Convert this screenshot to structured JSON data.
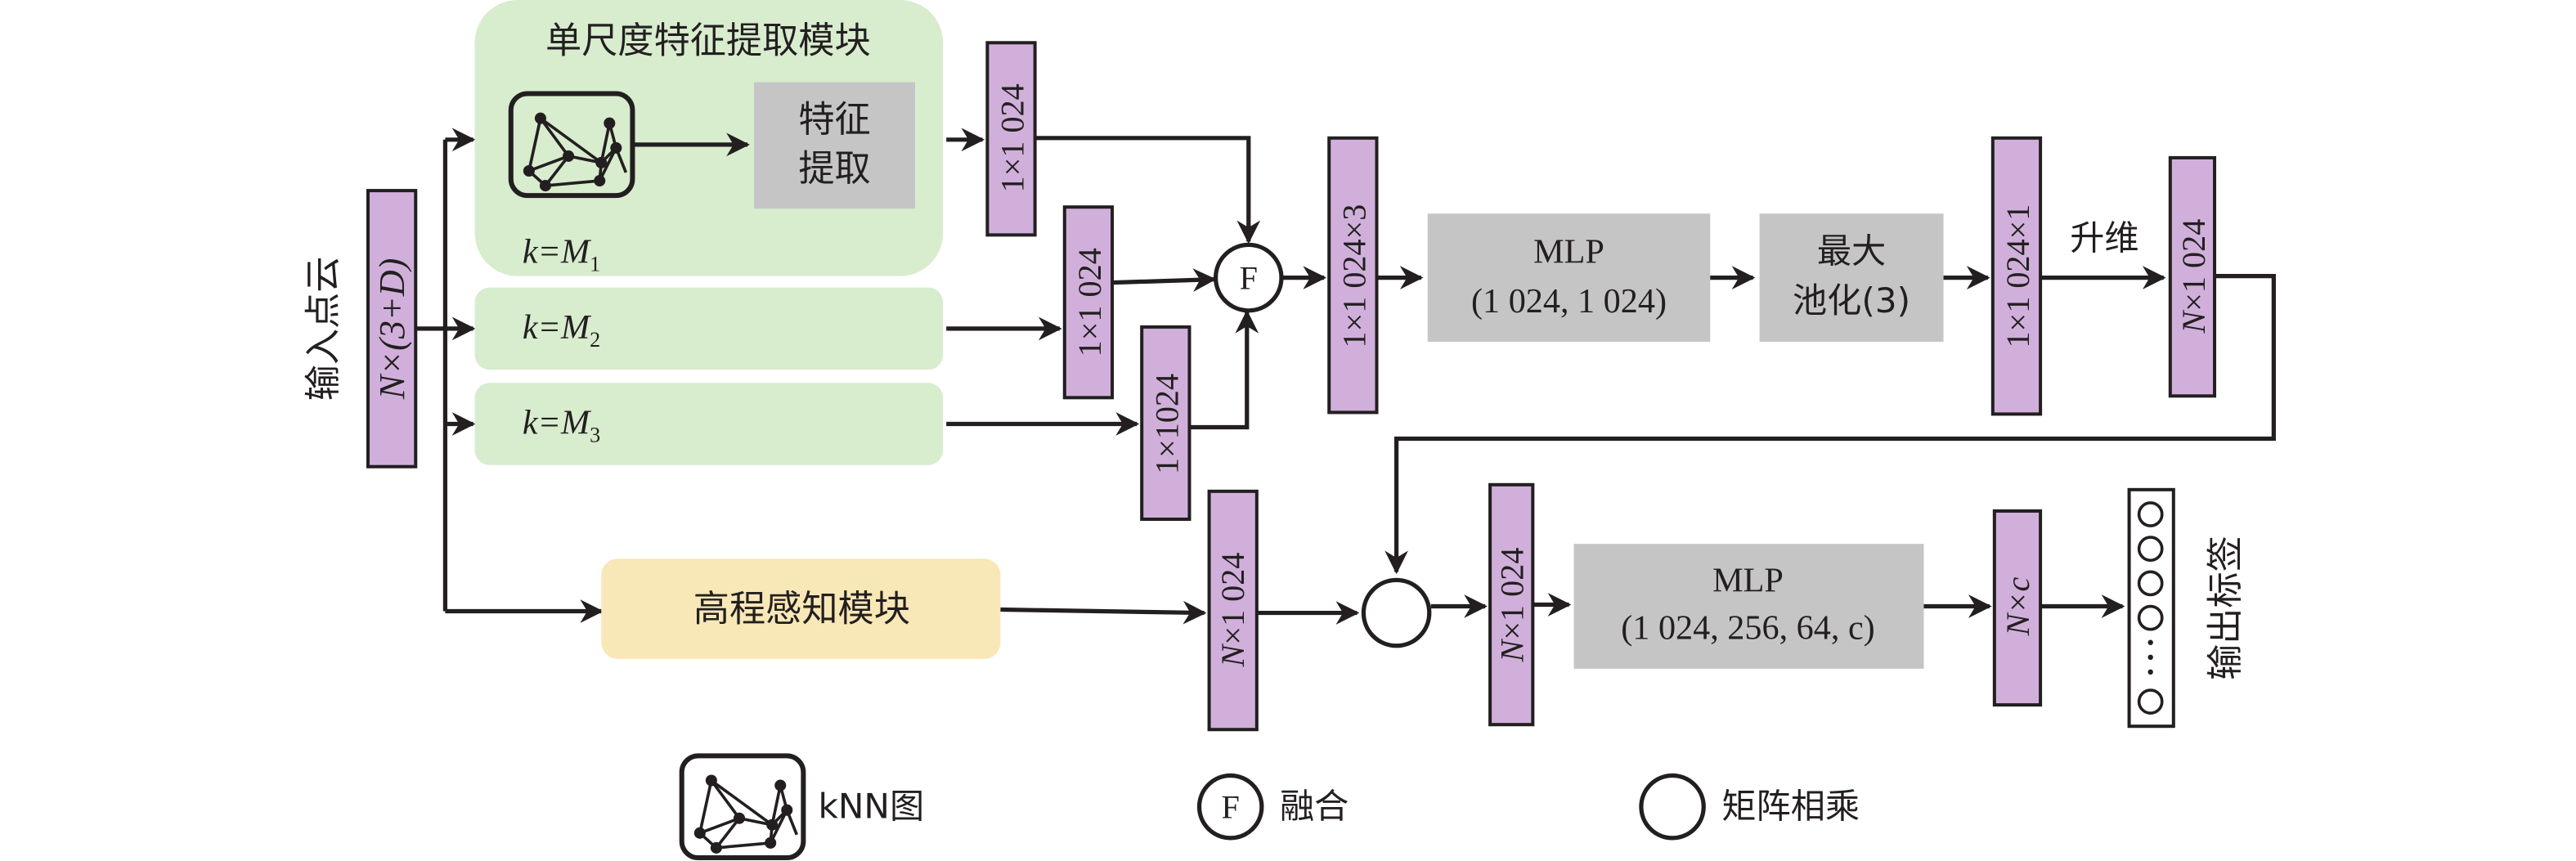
{
  "colors": {
    "tensor_fill": "#d0b0db",
    "module_green": "#d8ecce",
    "module_yellow": "#f8e8b7",
    "op_gray": "#c6c5c6",
    "stroke": "#231f20"
  },
  "input": {
    "label": "输入点云",
    "shape": "N×(3+D)"
  },
  "single_scale_module": {
    "title": "单尺度特征提取模块",
    "knn_icon": "knn-graph-icon",
    "feature_extract_line1": "特征",
    "feature_extract_line2": "提取",
    "k_label_1": "k=M",
    "k_sub_1": "1"
  },
  "branches": [
    {
      "k_label": "k=M",
      "k_sub": "2"
    },
    {
      "k_label": "k=M",
      "k_sub": "3"
    }
  ],
  "branch_outputs": [
    "1×1 024",
    "1×1 024",
    "1×1024"
  ],
  "fusion": {
    "symbol": "F"
  },
  "fused_tensor": "1×1 024×3",
  "mlp1": {
    "title": "MLP",
    "params": "(1 024, 1 024)"
  },
  "maxpool": {
    "line1": "最大",
    "line2": "池化(3)"
  },
  "pooled_tensor": "1×1 024×1",
  "upscale_label": "升维",
  "upscaled_tensor": "N×1 024",
  "elevation_module": {
    "label": "高程感知模块"
  },
  "elevation_tensor": "N×1 024",
  "product_tensor": "N×1 024",
  "mlp2": {
    "title": "MLP",
    "params": "(1 024, 256, 64, c)"
  },
  "class_tensor": "N×c",
  "output": {
    "label": "输出标签",
    "ellipsis": "⋯"
  },
  "legend": [
    {
      "icon": "knn-graph-icon",
      "label": "kNN图"
    },
    {
      "icon": "fusion-icon",
      "symbol": "F",
      "label": "融合"
    },
    {
      "icon": "matrix-multiply-icon",
      "label": "矩阵相乘"
    }
  ]
}
